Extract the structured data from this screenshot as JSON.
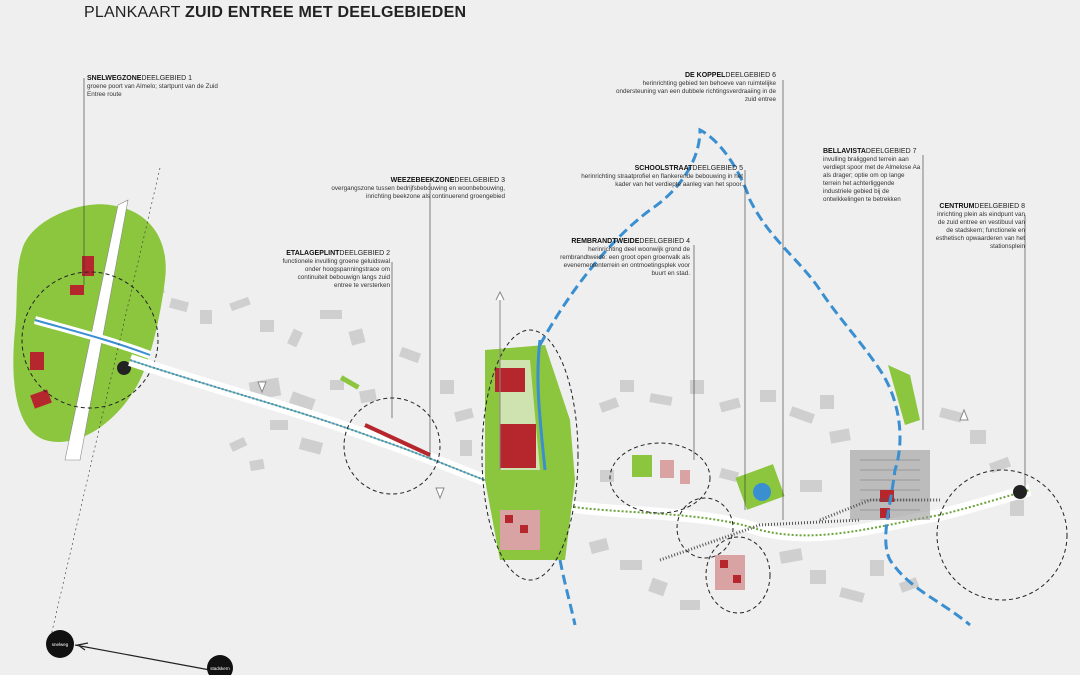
{
  "title": {
    "light": "PLANKAART ",
    "bold": "ZUID ENTREE MET DEELGEBIEDEN"
  },
  "subareas": [
    {
      "name": "SNELWEGZONE",
      "number": "DEELGEBIED 1",
      "description": "groene poort   van Almelo; startpunt van de Zuid Entree route"
    },
    {
      "name": "ETALAGEPLINT",
      "number": "DEELGEBIED 2",
      "description": "functionele invulling groene geluidswal onder hoogspanningstrace om continuiteit bebouwign langs zuid entree te versterken"
    },
    {
      "name": "WEEZEBEEKZONE",
      "number": "DEELGEBIED 3",
      "description": "overgangszone tussen bedrijfsbebouwing en woonbebouwing, inrichting beekzone als continuerend groengebied"
    },
    {
      "name": "REMBRANDTWEIDE",
      "number": "DEELGEBIED 4",
      "description": "herinrichting  deel woonwijk  grond de rembrandtweide: een groot open groenvalk als evenemententerrein en ontmoetingsplek voor buurt en stad."
    },
    {
      "name": "SCHOOLSTRAAT",
      "number": "DEELGEBIED 5",
      "description": "herinrichting  straatprofiel en flankerende bebouwing in het kader van het verdiepte aanleg van het spoor."
    },
    {
      "name": "DE KOPPEL",
      "number": "DEELGEBIED 6",
      "description": "herinrichting gebied ten behoeve van ruimtelijke ondersteuning van een dubbele richtingsverdraaiing in de zuid entree"
    },
    {
      "name": "BELLAVISTA",
      "number": "DEELGEBIED 7",
      "description": "invulling braliggend terrein aan verdiept spoor met de Almelose Aa als drager;  optie om op lange terrein het achterliggende industriele gebied bij de ontwikkelingen te betrekken"
    },
    {
      "name": "CENTRUM",
      "number": "DEELGEBIED 8",
      "description": "inrichting plein als eindpunt van de zuid entree en vestibuul van de stadskern; functionele en esthetisch opwaarderen van het stationsplein"
    }
  ],
  "legend": [
    {
      "label": "snelweg"
    },
    {
      "label": "stadskern"
    }
  ],
  "colors": {
    "green": "#8cc63f",
    "water": "#3a8fd1",
    "building_grey": "#cfcfcf",
    "red_building": "#b5272d",
    "background": "#efefef"
  }
}
